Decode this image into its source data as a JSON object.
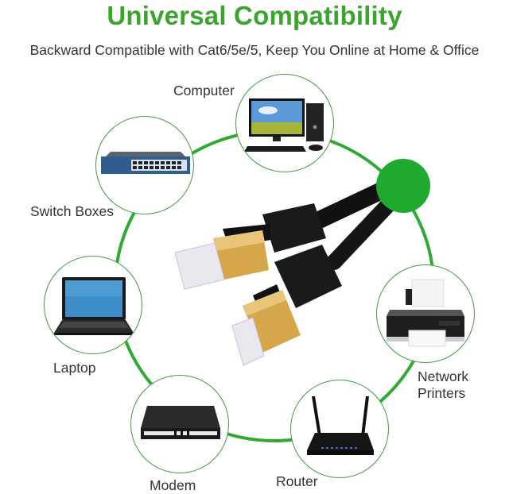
{
  "header": {
    "title": "Universal Compatibility",
    "subtitle": "Backward Compatible with Cat6/5e/5, Keep You Online at Home & Office"
  },
  "colors": {
    "accent_green": "#3aa52d",
    "ring_green": "#2eaa32",
    "dot_green": "#1fab2f",
    "circle_border": "#3f9a40",
    "text": "#333333"
  },
  "devices": [
    {
      "id": "computer",
      "label": "Computer",
      "icon": "desktop-computer-icon"
    },
    {
      "id": "switch",
      "label": "Switch Boxes",
      "icon": "network-switch-icon"
    },
    {
      "id": "laptop",
      "label": "Laptop",
      "icon": "laptop-icon"
    },
    {
      "id": "modem",
      "label": "Modem",
      "icon": "modem-icon"
    },
    {
      "id": "router",
      "label": "Router",
      "icon": "wifi-router-icon"
    },
    {
      "id": "printer",
      "label_line1": "Network",
      "label_line2": "Printers",
      "icon": "printer-icon"
    }
  ],
  "center_product": {
    "icon": "ethernet-cable-icon",
    "connector_finish": "gold"
  }
}
